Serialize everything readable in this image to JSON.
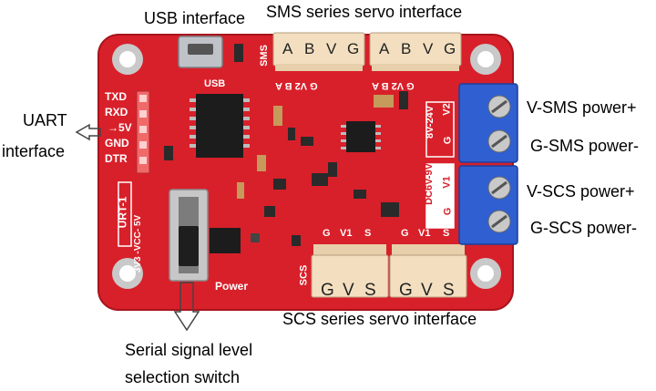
{
  "callouts": {
    "usb_interface": "USB interface",
    "sms_servo_interface": "SMS series servo interface",
    "uart_line1": "UART",
    "uart_line2": "interface",
    "v_sms": "V-SMS  power+",
    "g_sms": "G-SMS power-",
    "v_scs": "V-SCS power+",
    "g_scs": "G-SCS power-",
    "scs_servo_interface": "SCS series servo interface",
    "switch_line1": "Serial signal level",
    "switch_line2": "selection switch"
  },
  "board": {
    "uart_pins": [
      "TXD",
      "RXD",
      "5V",
      "GND",
      "DTR"
    ],
    "usb_silk": "USB",
    "sms_silk": "SMS",
    "scs_silk": "SCS",
    "urt_silk": "URT-1",
    "dc6v_silk": "DC6V-9V",
    "dc8v_silk": "8V-24V",
    "v2_silk": "V2",
    "v1_silk": "V1",
    "g_silk": "G",
    "switch_silk": "3V3 -VCC- 5V",
    "power_silk": "Power",
    "sms_connector_labels": [
      "A",
      "B",
      "V",
      "G"
    ],
    "sms_under_labels": "G V2 B A",
    "scs_connector_labels": [
      "G",
      "V",
      "S"
    ],
    "scs_top_labels": [
      "G",
      "V1",
      "S"
    ]
  },
  "colors": {
    "pcb_red": "#d8202a",
    "connector": "#f3dfc0",
    "terminal_blue": "#2f5fd0"
  }
}
